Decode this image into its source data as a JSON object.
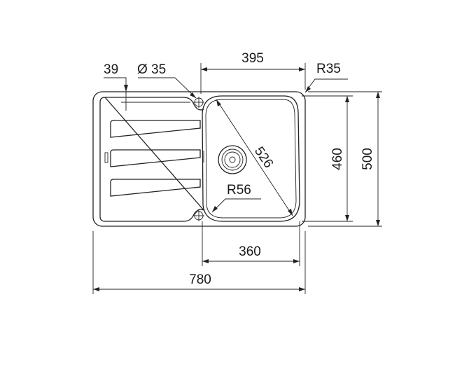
{
  "diagram": {
    "labels": {
      "edge_offset": "39",
      "tap_hole": "Ø 35",
      "bowl_width": "395",
      "corner_radius_outer": "R35",
      "bowl_diagonal": "526",
      "bowl_depth": "460",
      "overall_depth": "500",
      "bowl_corner_radius": "R56",
      "bowl_inner_width": "360",
      "overall_width": "780"
    }
  }
}
